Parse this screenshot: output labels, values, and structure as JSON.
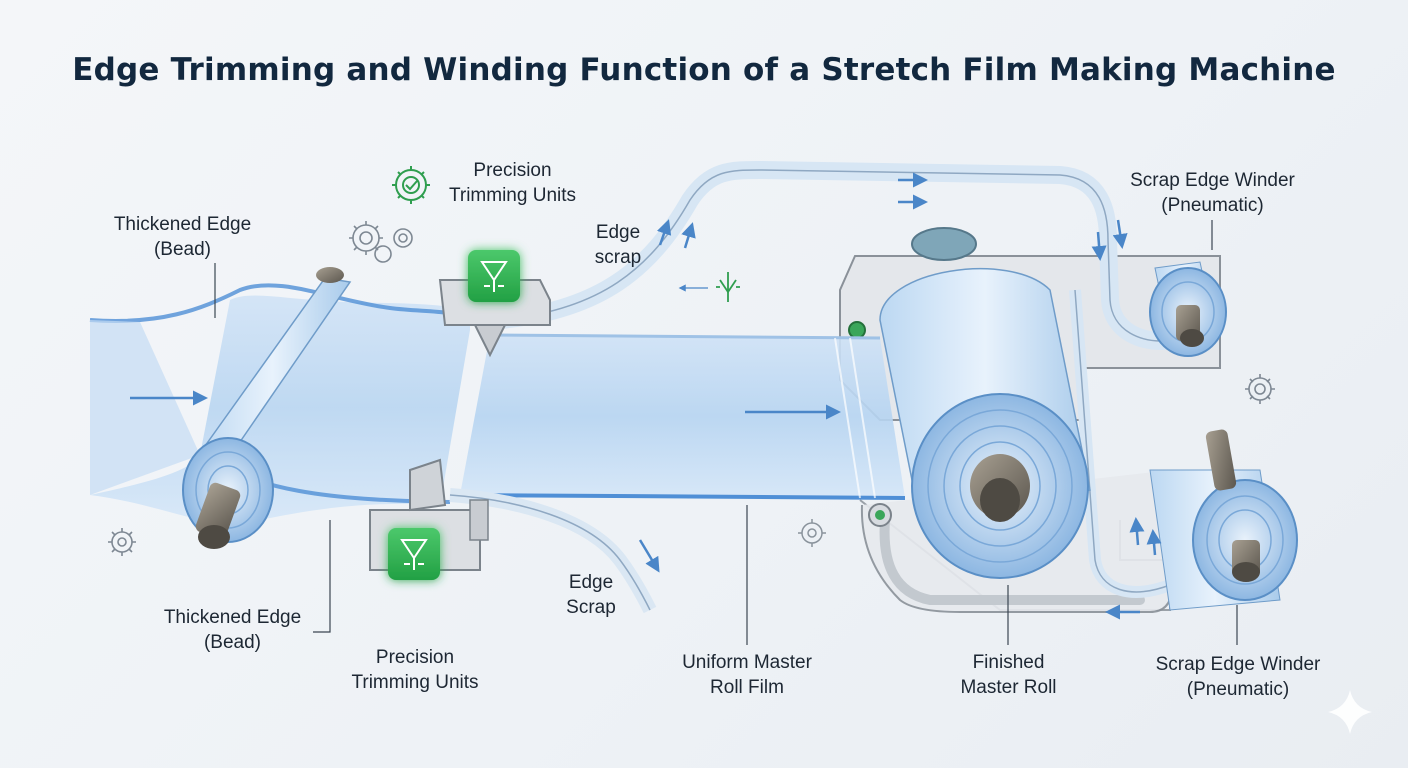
{
  "title": "Edge Trimming and Winding Function of a Stretch Film Making Machine",
  "labels": {
    "thickened_edge_top": [
      "Thickened Edge",
      "(Bead)"
    ],
    "thickened_edge_bottom": [
      "Thickened Edge",
      "(Bead)"
    ],
    "precision_trimming_top": [
      "Precision",
      "Trimming Units"
    ],
    "precision_trimming_bottom": [
      "Precision",
      "Trimming Units"
    ],
    "edge_scrap_top": [
      "Edge",
      "scrap"
    ],
    "edge_scrap_bottom": [
      "Edge",
      "Scrap"
    ],
    "uniform_master_roll_film": [
      "Uniform Master",
      "Roll Film"
    ],
    "finished_master_roll": [
      "Finished",
      "Master Roll"
    ],
    "scrap_edge_winder_top": [
      "Scrap Edge Winder",
      "(Pneumatic)"
    ],
    "scrap_edge_winder_bottom": [
      "Scrap Edge Winder",
      "(Pneumatic)"
    ]
  },
  "colors": {
    "title": "#12283f",
    "film": "#a9cdf0",
    "film_edge": "#4f8fd6",
    "roller_core": "#5e5a52",
    "machine_plate": "#e3e6ea",
    "trimmer_green": "#34b556",
    "arrow": "#4a86c8"
  },
  "icons": [
    "gear-icon",
    "target-gear-icon",
    "blade-icon",
    "sparkle-icon"
  ]
}
